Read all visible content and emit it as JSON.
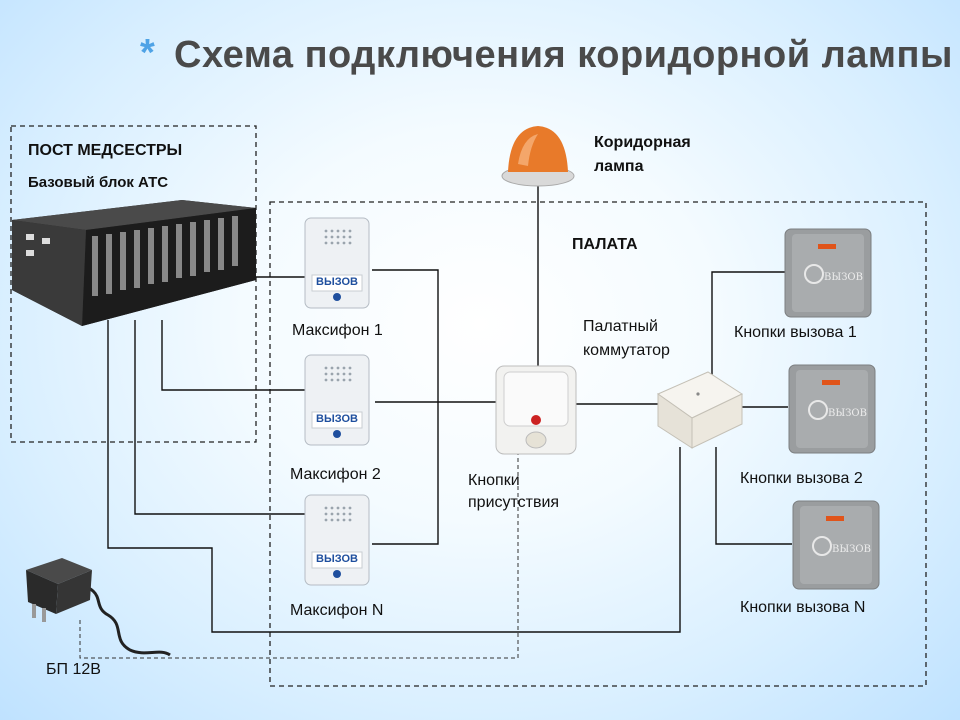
{
  "title": {
    "star": "*",
    "text": "Схема подключения коридорной лампы"
  },
  "nurse_post": {
    "heading": "ПОСТ МЕДСЕСТРЫ",
    "pbx_label": "Базовый блок АТС"
  },
  "corridor_lamp": {
    "line1": "Коридорная",
    "line2": "лампа"
  },
  "ward": {
    "heading": "ПАЛАТА"
  },
  "ward_switch": {
    "line1": "Палатный",
    "line2": "коммутатор"
  },
  "intercoms": [
    {
      "label": "Максифон 1",
      "panel_text": "ВЫЗОВ"
    },
    {
      "label": "Максифон 2",
      "panel_text": "ВЫЗОВ"
    },
    {
      "label": "Максифон N",
      "panel_text": "ВЫЗОВ"
    }
  ],
  "presence": {
    "line1": "Кнопки",
    "line2": "присутствия"
  },
  "call_buttons": [
    {
      "label": "Кнопки вызова 1",
      "panel_text": "ВЫЗОВ"
    },
    {
      "label": "Кнопки вызова 2",
      "panel_text": "ВЫЗОВ"
    },
    {
      "label": "Кнопки вызова N",
      "panel_text": "ВЫЗОВ"
    }
  ],
  "psu": {
    "label": "БП 12В"
  },
  "colors": {
    "title_star": "#4fa3e6",
    "title_text": "#4a4a4a",
    "lamp": "#e87a2a",
    "indicator_red": "#cc2222",
    "intercom_text": "#1f4f9e"
  }
}
